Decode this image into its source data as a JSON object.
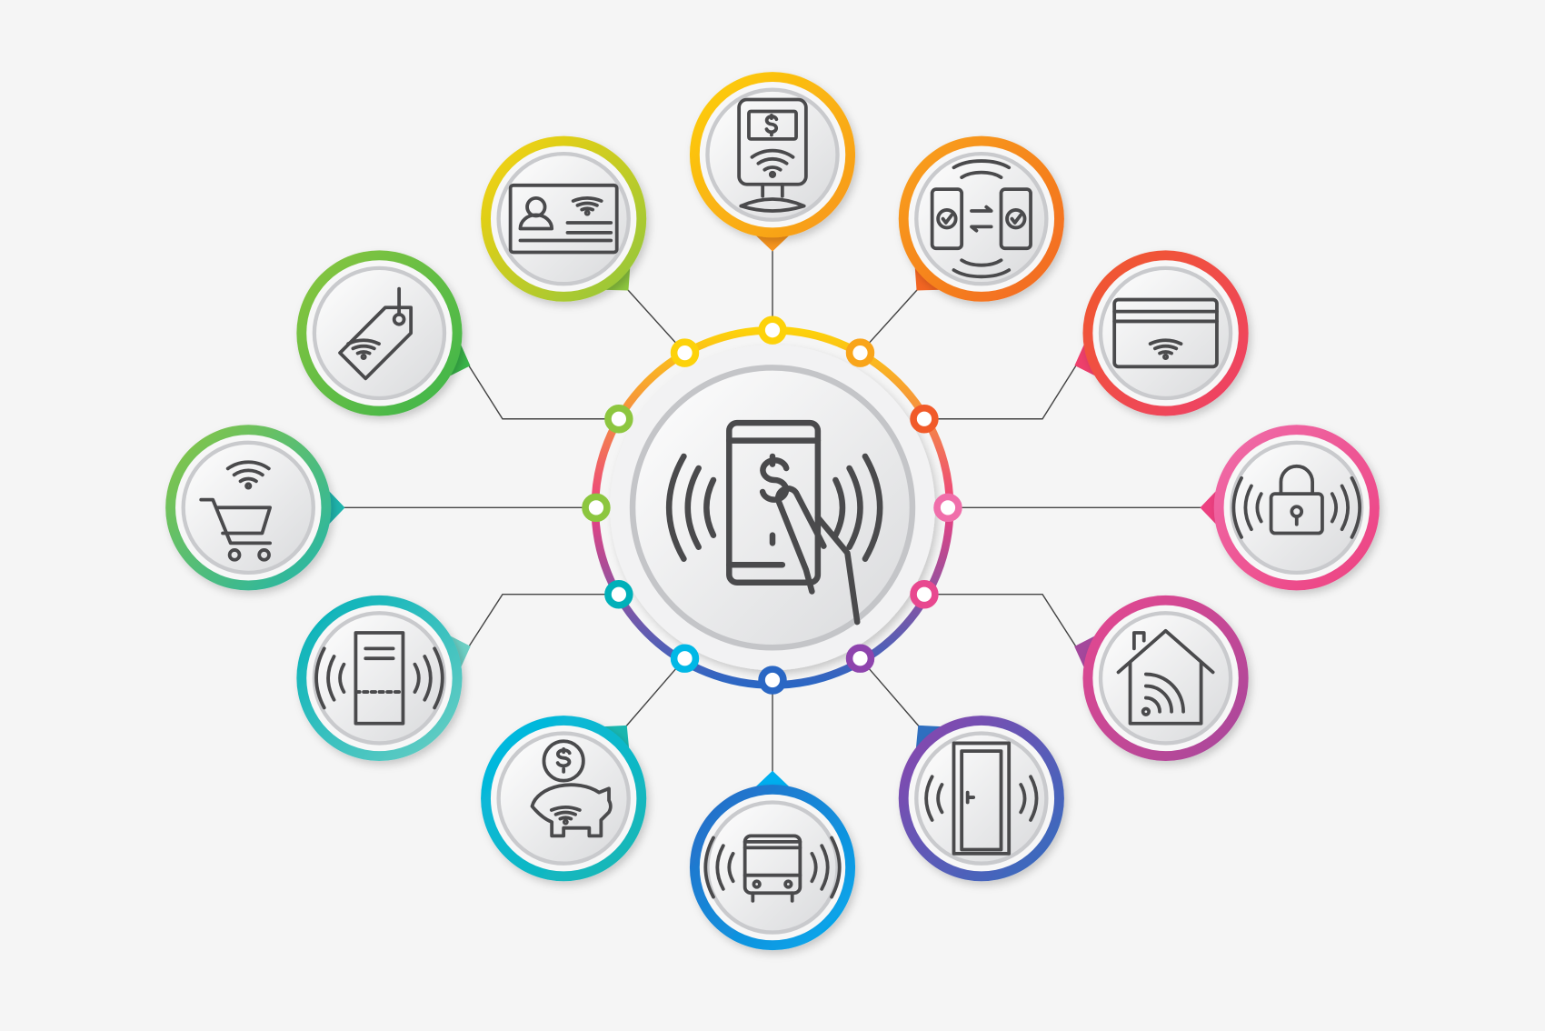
{
  "background": "#f5f5f5",
  "icon_color": "#4a4a4c",
  "hub": {
    "icon": "smartphone-contactless-payment-icon"
  },
  "nodes": [
    {
      "id": "pos-terminal",
      "icon": "payment-terminal-icon",
      "colors": [
        "#fdd20a",
        "#f7941d"
      ]
    },
    {
      "id": "phone-transfer",
      "icon": "phone-to-phone-transfer-icon",
      "colors": [
        "#f9a51a",
        "#f26522"
      ]
    },
    {
      "id": "contactless-card",
      "icon": "contactless-card-icon",
      "colors": [
        "#f15a29",
        "#ee3f6b"
      ]
    },
    {
      "id": "smart-lock",
      "icon": "smart-lock-icon",
      "colors": [
        "#f06eaa",
        "#ec4080"
      ]
    },
    {
      "id": "smart-home",
      "icon": "smart-home-icon",
      "colors": [
        "#e8488f",
        "#a4479c"
      ]
    },
    {
      "id": "access-door",
      "icon": "access-door-icon",
      "colors": [
        "#8e44ad",
        "#2f6fc0"
      ]
    },
    {
      "id": "transit-bus",
      "icon": "transit-bus-icon",
      "colors": [
        "#2a67c4",
        "#00aeef"
      ]
    },
    {
      "id": "piggy-bank",
      "icon": "piggy-bank-icon",
      "colors": [
        "#00b8e6",
        "#1ab7b0"
      ]
    },
    {
      "id": "ticket",
      "icon": "contactless-ticket-icon",
      "colors": [
        "#00b0b9",
        "#6ccfc4"
      ]
    },
    {
      "id": "shopping-cart",
      "icon": "shopping-cart-wifi-icon",
      "colors": [
        "#8cc63f",
        "#1fb5ad"
      ]
    },
    {
      "id": "price-tag",
      "icon": "nfc-price-tag-icon",
      "colors": [
        "#8dc63f",
        "#3ab54a"
      ]
    },
    {
      "id": "id-card",
      "icon": "nfc-id-card-icon",
      "colors": [
        "#fdd20a",
        "#8dc63f"
      ]
    }
  ]
}
